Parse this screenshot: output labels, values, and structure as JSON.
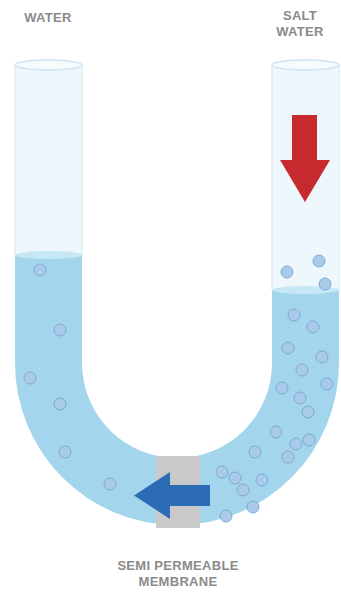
{
  "diagram": {
    "labels": [
      "WATER",
      "SALT WATER",
      "SEMI PERMEABLE MEMBRANE"
    ]
  }
}
